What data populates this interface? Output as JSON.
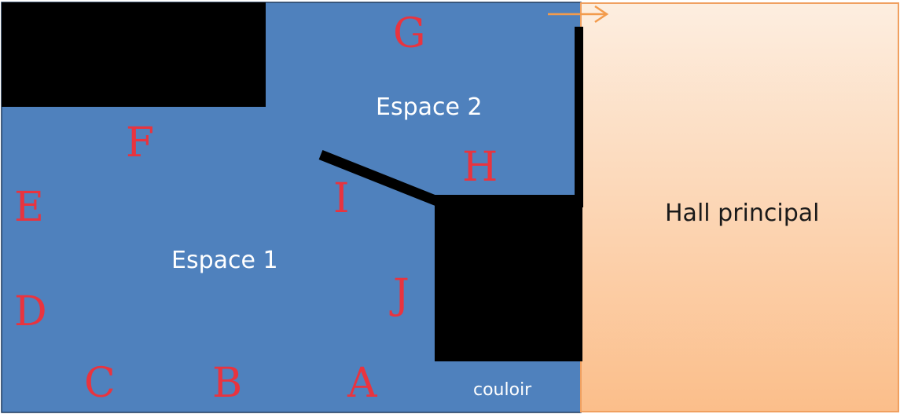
{
  "colors": {
    "space": "#4f81bd",
    "wall": "#000000",
    "hall_top": "#fdeee0",
    "hall_bottom": "#fbbe8a",
    "hall_border": "#f0a060",
    "arrow": "#f39b4c",
    "letters": "#e8343f"
  },
  "labels": {
    "espace1": "Espace 1",
    "espace2": "Espace 2",
    "hall": "Hall principal",
    "couloir": "couloir"
  },
  "markers": {
    "A": "A",
    "B": "B",
    "C": "C",
    "D": "D",
    "E": "E",
    "F": "F",
    "G": "G",
    "H": "H",
    "I": "I",
    "J": "J"
  },
  "icons": {
    "entrance": "arrow-right-icon"
  }
}
